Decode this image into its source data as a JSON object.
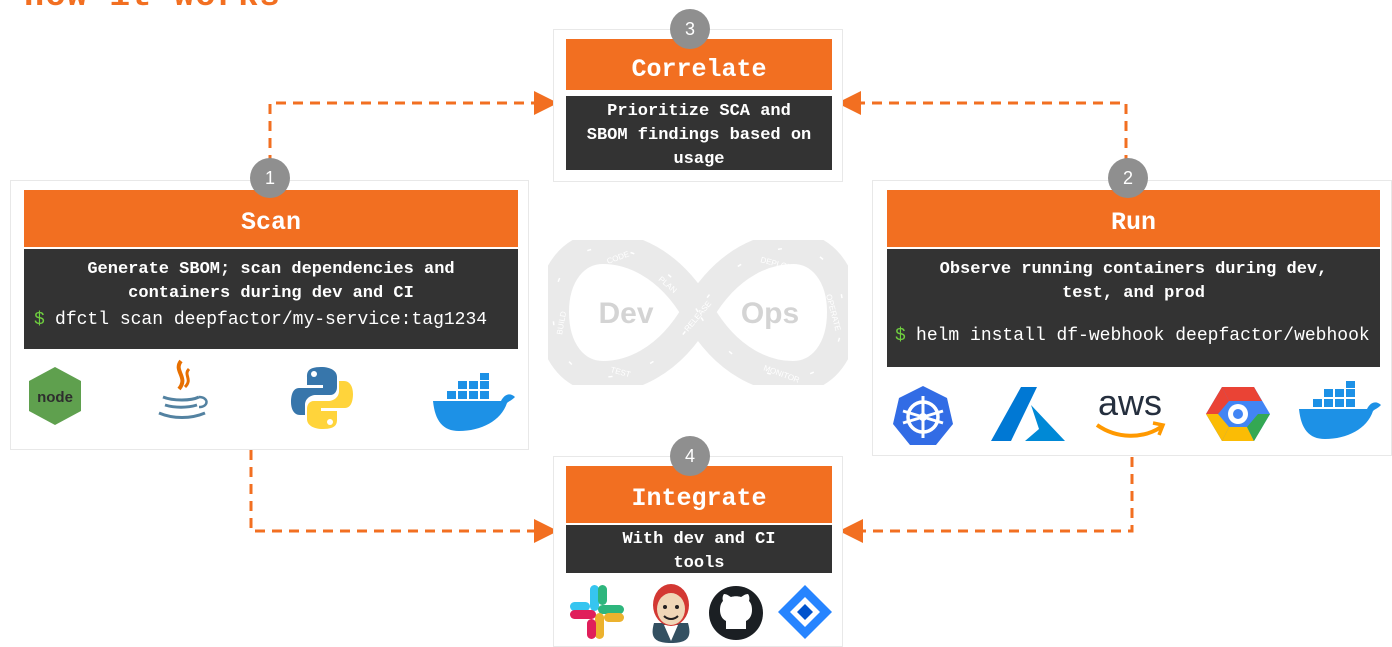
{
  "title": "How it works",
  "steps": {
    "scan": {
      "number": "1",
      "title": "Scan",
      "description": "Generate SBOM; scan dependencies and containers during dev and CI",
      "prompt": "$",
      "command": "dfctl scan deepfactor/my-service:tag1234",
      "icons": [
        "nodejs-icon",
        "java-icon",
        "python-icon",
        "docker-icon"
      ]
    },
    "run": {
      "number": "2",
      "title": "Run",
      "description": "Observe running containers during dev, test, and prod",
      "prompt": "$",
      "command": "helm install df-webhook deepfactor/webhook",
      "icons": [
        "kubernetes-icon",
        "azure-icon",
        "aws-icon",
        "google-cloud-icon",
        "docker-icon"
      ],
      "aws_text": "aws"
    },
    "correlate": {
      "number": "3",
      "title": "Correlate",
      "description": "Prioritize SCA and SBOM findings based on usage"
    },
    "integrate": {
      "number": "4",
      "title": "Integrate",
      "description": "With dev and CI tools",
      "icons": [
        "slack-icon",
        "jenkins-icon",
        "github-icon",
        "jira-icon"
      ]
    }
  },
  "devops_loop": {
    "left": "Dev",
    "right": "Ops",
    "stages": [
      "CODE",
      "PLAN",
      "RELEASE",
      "BUILD",
      "TEST",
      "DEPLOY",
      "OPERATE",
      "MONITOR"
    ]
  },
  "colors": {
    "accent": "#f26f21",
    "dark": "#333333",
    "badge": "#8f8f8f",
    "prompt": "#6fcf3f"
  }
}
